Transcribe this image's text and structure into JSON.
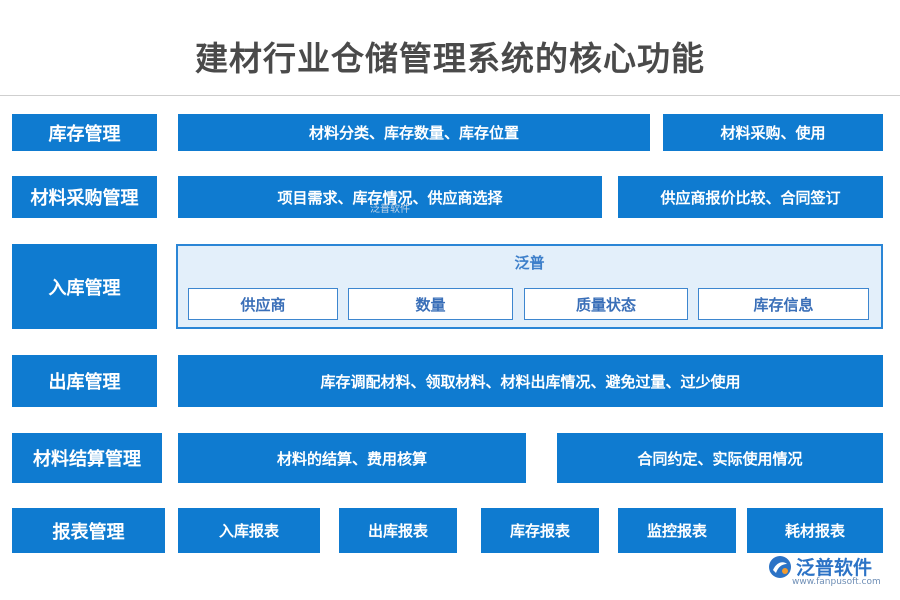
{
  "title": "建材行业仓储管理系统的核心功能",
  "rows": {
    "inventory": {
      "label": "库存管理",
      "items": [
        "材料分类、库存数量、库存位置",
        "材料采购、使用"
      ]
    },
    "purchase": {
      "label": "材料采购管理",
      "items": [
        "项目需求、库存情况、供应商选择",
        "供应商报价比较、合同签订"
      ]
    },
    "inbound": {
      "label": "入库管理",
      "panel_title": "泛普",
      "items": [
        "供应商",
        "数量",
        "质量状态",
        "库存信息"
      ]
    },
    "outbound": {
      "label": "出库管理",
      "items": [
        "库存调配材料、领取材料、材料出库情况、避免过量、过少使用"
      ]
    },
    "settlement": {
      "label": "材料结算管理",
      "items": [
        "材料的结算、费用核算",
        "合同约定、实际使用情况"
      ]
    },
    "reports": {
      "label": "报表管理",
      "items": [
        "入库报表",
        "出库报表",
        "库存报表",
        "监控报表",
        "耗材报表"
      ]
    }
  },
  "watermark": "泛普软件",
  "logo": {
    "text": "泛普软件",
    "url": "www.fanpusoft.com",
    "icon": "fanpu-logo-icon"
  },
  "colors": {
    "primary": "#0f7bd0",
    "panel_bg": "#e3effa",
    "panel_border": "#2b86d6",
    "title": "#4a4a4a"
  }
}
